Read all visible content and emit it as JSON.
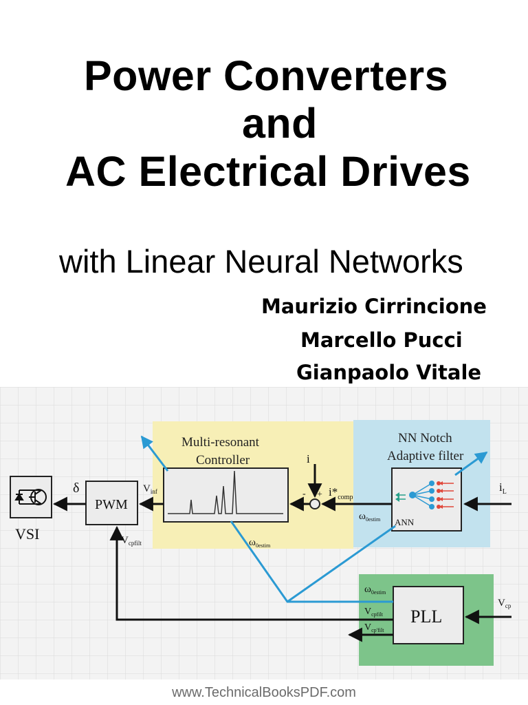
{
  "cover": {
    "title_line1": "Power Converters",
    "title_line2": "and",
    "title_line3": "AC Electrical Drives",
    "subtitle": "with Linear Neural Networks",
    "authors": [
      "Maurizio Cirrincione",
      "Marcello Pucci",
      "Gianpaolo Vitale"
    ],
    "footer": "www.TechnicalBooksPDF.com"
  },
  "diagram": {
    "blocks": {
      "vsi": "VSI",
      "pwm": "PWM",
      "controller_l1": "Multi-resonant",
      "controller_l2": "Controller",
      "notch_l1": "NN Notch",
      "notch_l2": "Adaptive filter",
      "ann": "ANN",
      "pll": "PLL"
    },
    "signals": {
      "delta": "δ",
      "v_ref": "V",
      "v_ref_sub": "inf",
      "v_cp_filt": "V",
      "v_cp_filt_sub": "cpfilt",
      "omega": "ω",
      "omega_sub": "0estim",
      "i": "i",
      "i_comp": "i*",
      "i_comp_sub": "comp",
      "i_L": "i",
      "i_L_sub": "L",
      "v_cp": "V",
      "v_cp_sub": "cp",
      "pll_v1": "V",
      "pll_v1_sub": "cpfilt",
      "pll_v2": "V",
      "pll_v2_sub": "cp'filt",
      "minus": "-",
      "plus": "+"
    },
    "colors": {
      "yellow_region": "#f7efb6",
      "blue_region": "#c2e2ee",
      "green_region": "#7dc48a",
      "signal_blue": "#2b9ad3",
      "block_fill": "#ececec"
    }
  }
}
